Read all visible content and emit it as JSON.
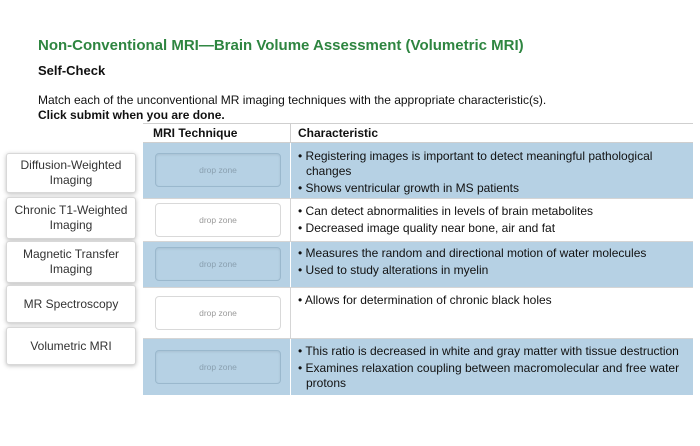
{
  "page": {
    "title": "Non-Conventional MRI—Brain Volume Assessment (Volumetric MRI)",
    "subtitle": "Self-Check",
    "instruction": "Match each of the unconventional MR imaging techniques with the appropriate characteristic(s).",
    "instruction_bold": "Click submit when you are done."
  },
  "tiles": [
    {
      "label": "Diffusion-Weighted Imaging"
    },
    {
      "label": "Chronic T1-Weighted Imaging"
    },
    {
      "label": "Magnetic Transfer Imaging"
    },
    {
      "label": "MR Spectroscopy"
    },
    {
      "label": "Volumetric MRI"
    }
  ],
  "table": {
    "col_technique": "MRI Technique",
    "col_characteristic": "Characteristic",
    "drop_zone_label": "drop zone",
    "rows": [
      {
        "items": [
          "Registering images is important to detect meaningful pathological changes",
          "Shows ventricular growth in MS patients"
        ]
      },
      {
        "items": [
          "Can detect abnormalities in levels of brain metabolites",
          "Decreased image quality near bone, air and fat"
        ]
      },
      {
        "items": [
          "Measures the random and directional motion of water molecules",
          "Used to study alterations in myelin"
        ]
      },
      {
        "items": [
          "Allows for determination of chronic black holes"
        ]
      },
      {
        "items": [
          "This ratio is decreased in white and gray matter with tissue destruction",
          "Examines relaxation coupling between macromolecular and free water protons"
        ]
      }
    ]
  },
  "colors": {
    "title_green": "#2e8540",
    "row_blue": "#b6d1e4"
  }
}
